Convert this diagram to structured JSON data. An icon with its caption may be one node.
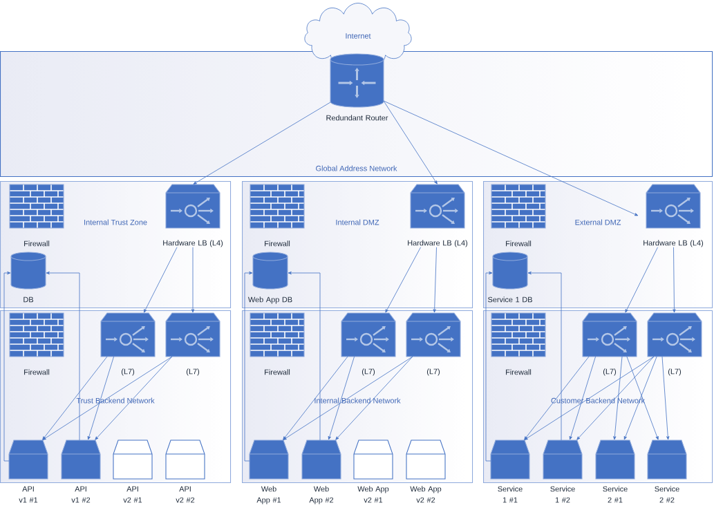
{
  "diagram": {
    "nodes": [
      {
        "text": [
          "Internet"
        ]
      },
      {
        "text": [
          "Global Address Network"
        ]
      },
      {
        "text": [
          "Redundant Router"
        ],
        "in": 1
      },
      {
        "text": [
          "Internal Trust Zone"
        ]
      },
      {
        "text": [
          "Firewall"
        ],
        "in": 3
      },
      {
        "text": [
          "Hardware LB (L4)"
        ],
        "in": 3
      },
      {
        "text": [
          "DB"
        ],
        "in": 3
      },
      {
        "text": [
          "Trust Backend Network"
        ]
      },
      {
        "text": [
          "Firewall"
        ],
        "in": 7
      },
      {
        "text": [
          "(L7)"
        ],
        "in": 7
      },
      {
        "text": [
          "(L7)"
        ],
        "in": 7
      },
      {
        "text": [
          "API v1 #1"
        ],
        "in": 7
      },
      {
        "text": [
          "API v1 #2"
        ],
        "in": 7
      },
      {
        "text": [
          "API v2 #1"
        ],
        "in": 7
      },
      {
        "text": [
          "API v2 #2"
        ],
        "in": 7
      },
      {
        "text": [
          "Internal DMZ"
        ]
      },
      {
        "text": [
          "Firewall"
        ],
        "in": 15
      },
      {
        "text": [
          "Hardware LB (L4)"
        ],
        "in": 15
      },
      {
        "text": [
          "Web App DB"
        ],
        "in": 15
      },
      {
        "text": [
          "Internal Backend Network"
        ]
      },
      {
        "text": [
          "Firewall"
        ],
        "in": 19
      },
      {
        "text": [
          "(L7)"
        ],
        "in": 19
      },
      {
        "text": [
          "(L7)"
        ],
        "in": 19
      },
      {
        "text": [
          "Web App #1"
        ],
        "in": 19
      },
      {
        "text": [
          "Web App #2"
        ],
        "in": 19
      },
      {
        "text": [
          "Web App v2 #1"
        ],
        "in": 19
      },
      {
        "text": [
          "Web App v2 #2"
        ],
        "in": 19
      },
      {
        "text": [
          "External DMZ"
        ]
      },
      {
        "text": [
          "Firewall"
        ],
        "in": 27
      },
      {
        "text": [
          "Hardware LB (L4)"
        ],
        "in": 27
      },
      {
        "text": [
          "Service 1 DB"
        ],
        "in": 27
      },
      {
        "text": [
          "Customer Backend Network"
        ]
      },
      {
        "text": [
          "Firewall"
        ],
        "in": 31
      },
      {
        "text": [
          "(L7)"
        ],
        "in": 31
      },
      {
        "text": [
          "(L7)"
        ],
        "in": 31
      },
      {
        "text": [
          "Service 1 #1"
        ],
        "in": 31
      },
      {
        "text": [
          "Service 1 #2"
        ],
        "in": 31
      },
      {
        "text": [
          "Service 2 #1"
        ],
        "in": 31
      },
      {
        "text": [
          "Service 2 #2"
        ],
        "in": 31
      }
    ],
    "edges": [
      {
        "from": 2,
        "to": 5,
        "arrow": "to"
      },
      {
        "from": 2,
        "to": 17,
        "arrow": "to"
      },
      {
        "from": 2,
        "to": 29,
        "arrow": "to"
      },
      {
        "from": 5,
        "to": 9,
        "arrow": "to"
      },
      {
        "from": 5,
        "to": 10,
        "arrow": "to"
      },
      {
        "from": 9,
        "to": 11,
        "arrow": "to"
      },
      {
        "from": 9,
        "to": 12,
        "arrow": "to"
      },
      {
        "from": 10,
        "to": 11,
        "arrow": "to"
      },
      {
        "from": 10,
        "to": 12,
        "arrow": "to"
      },
      {
        "from": 11,
        "to": 6,
        "arrow": "to"
      },
      {
        "from": 12,
        "to": 6,
        "arrow": "to"
      },
      {
        "from": 17,
        "to": 21,
        "arrow": "to"
      },
      {
        "from": 17,
        "to": 22,
        "arrow": "to"
      },
      {
        "from": 21,
        "to": 23,
        "arrow": "to"
      },
      {
        "from": 21,
        "to": 24,
        "arrow": "to"
      },
      {
        "from": 22,
        "to": 23,
        "arrow": "to"
      },
      {
        "from": 22,
        "to": 24,
        "arrow": "to"
      },
      {
        "from": 23,
        "to": 18,
        "arrow": "to"
      },
      {
        "from": 24,
        "to": 18,
        "arrow": "to"
      },
      {
        "from": 29,
        "to": 33,
        "arrow": "to"
      },
      {
        "from": 29,
        "to": 34,
        "arrow": "to"
      },
      {
        "from": 33,
        "to": 35,
        "arrow": "to"
      },
      {
        "from": 33,
        "to": 36,
        "arrow": "to"
      },
      {
        "from": 33,
        "to": 37,
        "arrow": "to"
      },
      {
        "from": 33,
        "to": 38,
        "arrow": "to"
      },
      {
        "from": 34,
        "to": 35,
        "arrow": "to"
      },
      {
        "from": 34,
        "to": 36,
        "arrow": "to"
      },
      {
        "from": 34,
        "to": 37,
        "arrow": "to"
      },
      {
        "from": 34,
        "to": 38,
        "arrow": "to"
      },
      {
        "from": 35,
        "to": 30,
        "arrow": "to"
      },
      {
        "from": 36,
        "to": 30,
        "arrow": "to"
      }
    ]
  }
}
